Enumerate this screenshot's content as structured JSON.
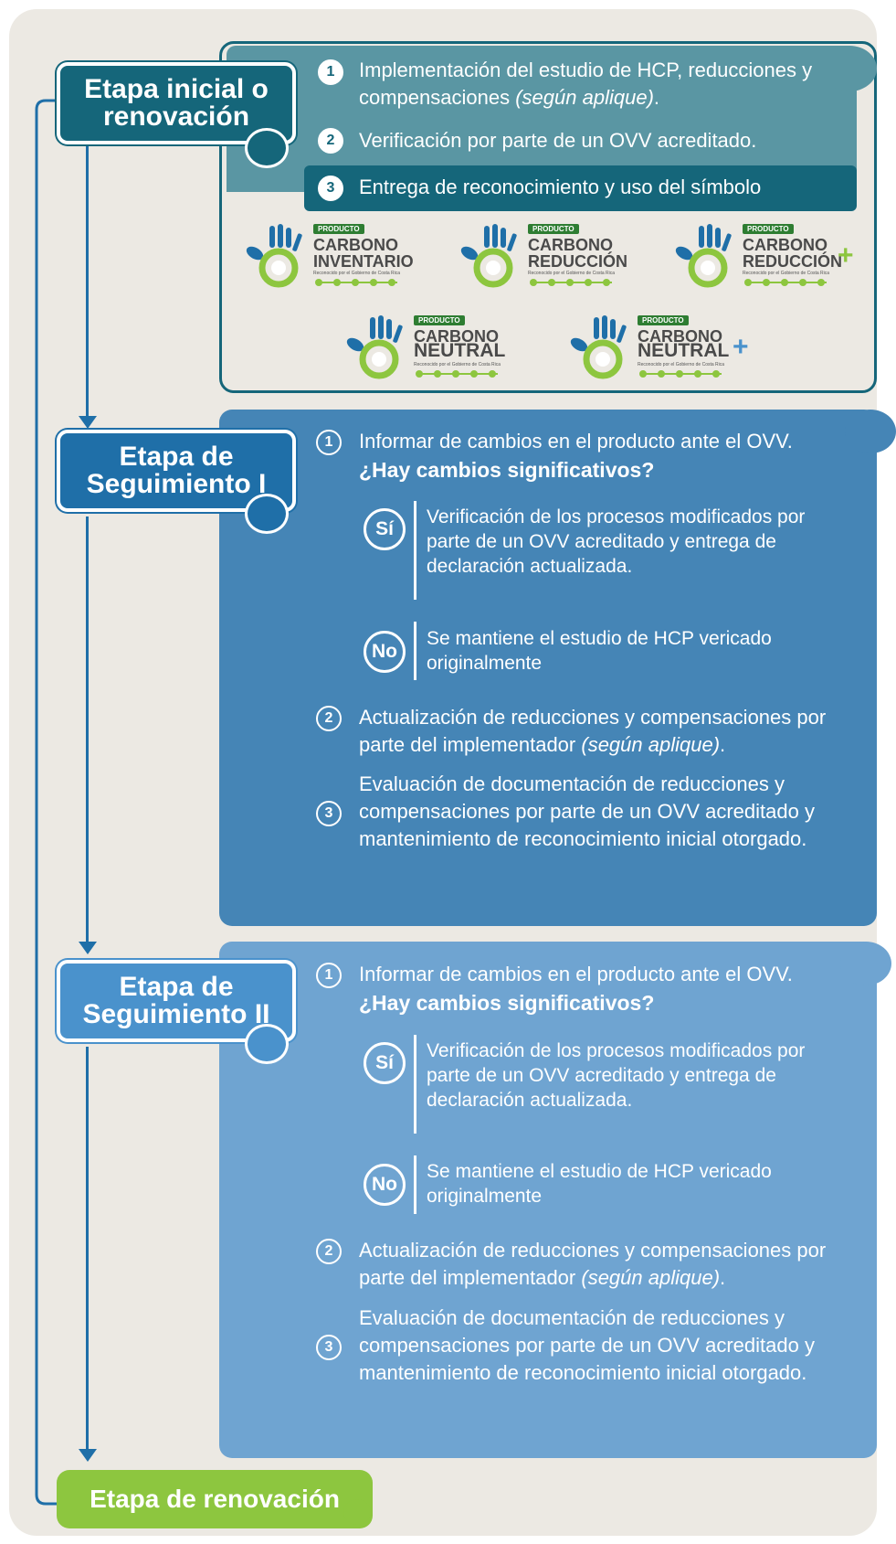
{
  "stages": {
    "initial": {
      "label": "Etapa inicial o renovación",
      "steps": [
        {
          "num": "1",
          "text": "Implementación del estudio de HCP, reducciones y compensaciones",
          "italic": "(según aplique)",
          "tail": "."
        },
        {
          "num": "2",
          "text": "Verificación por parte de un OVV acreditado."
        },
        {
          "num": "3",
          "text": "Entrega de reconocimiento y uso del símbolo"
        }
      ],
      "logos": [
        {
          "tag": "PRODUCTO",
          "line1": "CARBONO",
          "line2": "INVENTARIO",
          "caption": "Reconocido por el Gobierno de Costa Rica",
          "icon": "hand-info-icon"
        },
        {
          "tag": "PRODUCTO",
          "line1": "CARBONO",
          "line2": "REDUCCIÓN",
          "caption": "Reconocido por el Gobierno de Costa Rica",
          "icon": "hand-reduction-icon"
        },
        {
          "tag": "PRODUCTO",
          "line1": "CARBONO",
          "line2": "REDUCCIÓN",
          "caption": "Reconocido por el Gobierno de Costa Rica",
          "icon": "hand-reduction-plus-icon"
        },
        {
          "tag": "PRODUCTO",
          "line1": "CARBONO",
          "line2": "NEUTRAL",
          "caption": "Reconocido por el Gobierno de Costa Rica",
          "icon": "hand-neutral-icon"
        },
        {
          "tag": "PRODUCTO",
          "line1": "CARBONO",
          "line2": "NEUTRAL",
          "caption": "Reconocido por el Gobierno de Costa Rica",
          "icon": "hand-neutral-plus-icon"
        }
      ]
    },
    "follow1": {
      "label_line1": "Etapa de",
      "label_line2": "Seguimiento I",
      "step1": "Informar de cambios en el producto ante el OVV.",
      "question": "¿Hay cambios significativos?",
      "yes_label": "Sí",
      "yes_text": "Verificación de los procesos modificados por parte de un OVV acreditado y entrega de declaración actualizada.",
      "no_label": "No",
      "no_text": "Se mantiene el estudio de HCP vericado originalmente",
      "step2": "Actualización de reducciones y compensaciones por parte del implementador",
      "step2_italic": "(según aplique)",
      "step2_tail": ".",
      "step3": "Evaluación de documentación de reducciones y compensaciones por parte de un OVV acreditado y mantenimiento de reconocimiento inicial otorgado.",
      "nums": [
        "1",
        "2",
        "3"
      ]
    },
    "follow2": {
      "label_line1": "Etapa de",
      "label_line2": "Seguimiento II",
      "step1": "Informar de cambios en el producto ante el OVV.",
      "question": "¿Hay cambios significativos?",
      "yes_label": "Sí",
      "yes_text": "Verificación de los procesos modificados por parte de un OVV acreditado y entrega de declaración actualizada.",
      "no_label": "No",
      "no_text": "Se mantiene el estudio de HCP vericado originalmente",
      "step2": "Actualización de reducciones y compensaciones por parte del implementador",
      "step2_italic": "(según aplique)",
      "step2_tail": ".",
      "step3": "Evaluación de documentación de reducciones y compensaciones por parte de un OVV acreditado y mantenimiento de reconocimiento inicial otorgado.",
      "nums": [
        "1",
        "2",
        "3"
      ]
    },
    "renewal": {
      "label": "Etapa de renovación"
    }
  },
  "colors": {
    "initial_label": "#15667a",
    "initial_panel": "#5a96a3",
    "initial_step3_bar": "#15667a",
    "follow1_label": "#1f6fa8",
    "follow1_panel": "#4585b6",
    "follow2_label": "#4a92cc",
    "follow2_panel": "#6fa4d1",
    "renewal": "#8dc63f",
    "arrow": "#1f6fa8",
    "background": "#ece9e3"
  }
}
